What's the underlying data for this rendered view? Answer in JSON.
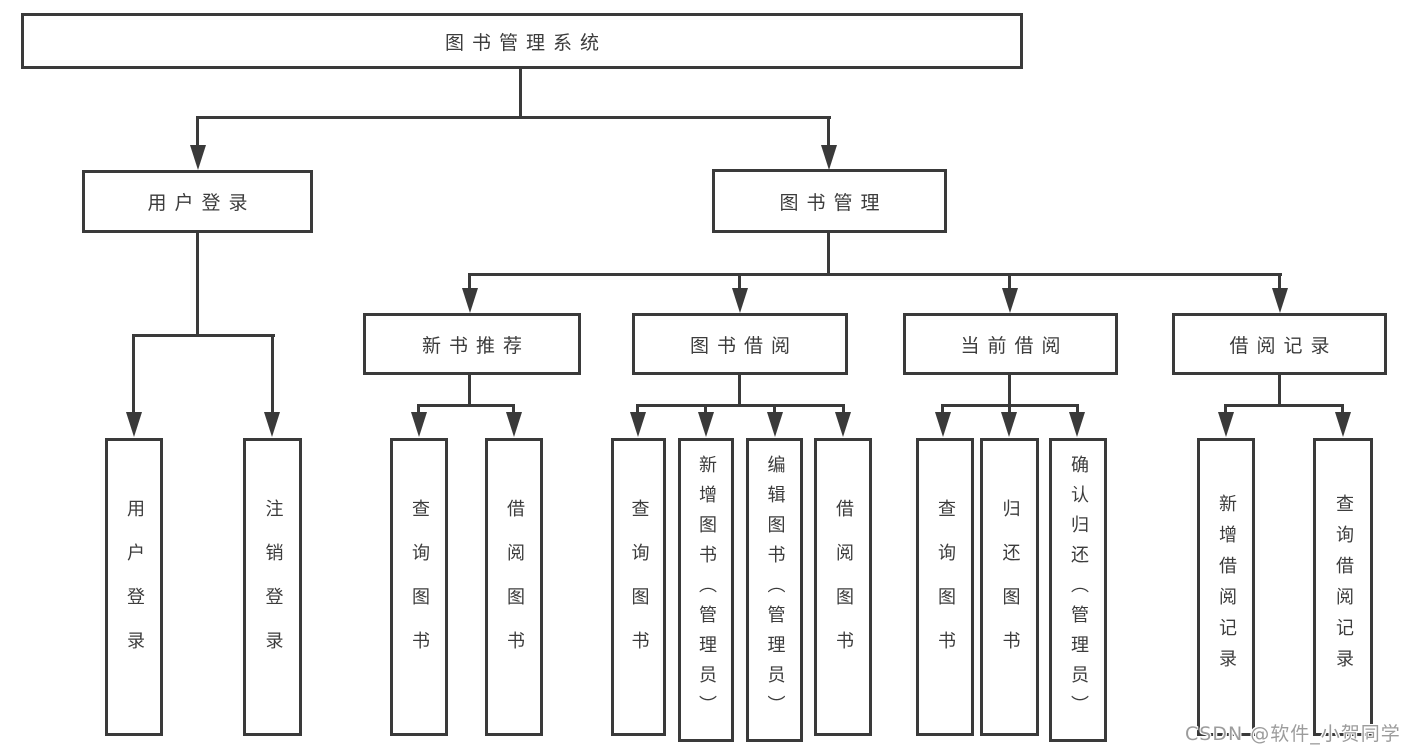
{
  "tree": {
    "root": {
      "label": "图书管理系统"
    },
    "branches": [
      {
        "label": "用户登录",
        "children": [
          {
            "label": "用户登录"
          },
          {
            "label": "注销登录"
          }
        ]
      },
      {
        "label": "图书管理",
        "groups": [
          {
            "label": "新书推荐",
            "children": [
              {
                "label": "查询图书"
              },
              {
                "label": "借阅图书"
              }
            ]
          },
          {
            "label": "图书借阅",
            "children": [
              {
                "label": "查询图书"
              },
              {
                "label": "新增图书（管理员）"
              },
              {
                "label": "编辑图书（管理员）"
              },
              {
                "label": "借阅图书"
              }
            ]
          },
          {
            "label": "当前借阅",
            "children": [
              {
                "label": "查询图书"
              },
              {
                "label": "归还图书"
              },
              {
                "label": "确认归还（管理员）"
              }
            ]
          },
          {
            "label": "借阅记录",
            "children": [
              {
                "label": "新增借阅记录"
              },
              {
                "label": "查询借阅记录"
              }
            ]
          }
        ]
      }
    ]
  },
  "watermark": {
    "text": "CSDN @软件_小贺同学"
  },
  "colors": {
    "line": "#3a3a3a",
    "text": "#3c3c3c",
    "watermark": "#9c9c9c",
    "background": "#ffffff"
  }
}
